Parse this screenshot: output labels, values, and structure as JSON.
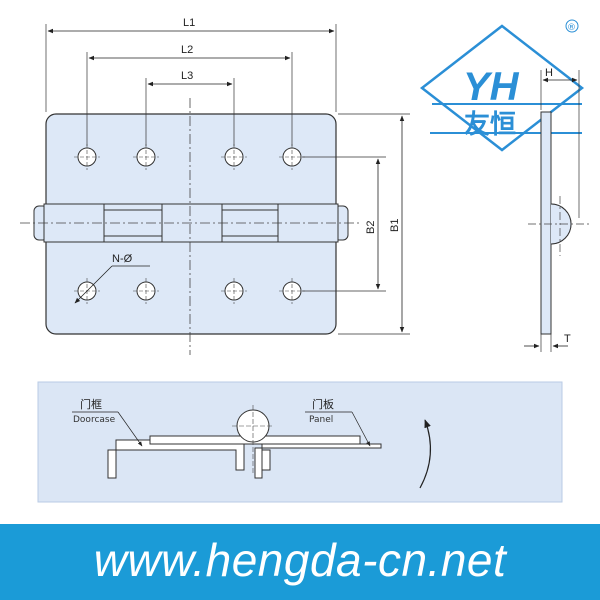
{
  "logo": {
    "letters": "YH",
    "chinese": "友恒",
    "registered": "®"
  },
  "dimensions": {
    "l1": "L1",
    "l2": "L2",
    "l3": "L3",
    "b1": "B1",
    "b2": "B2",
    "h": "H",
    "t": "T",
    "hole_spec": "N-Ø"
  },
  "install": {
    "doorcase_cn": "门框",
    "doorcase_en": "Doorcase",
    "panel_cn": "门板",
    "panel_en": "Panel"
  },
  "footer": {
    "url": "www.hengda-cn.net"
  },
  "colors": {
    "plate": "#dde8f7",
    "panel_bg": "#dbe6f5",
    "footer": "#1b9bd7",
    "logo": "#2b8fd6"
  }
}
